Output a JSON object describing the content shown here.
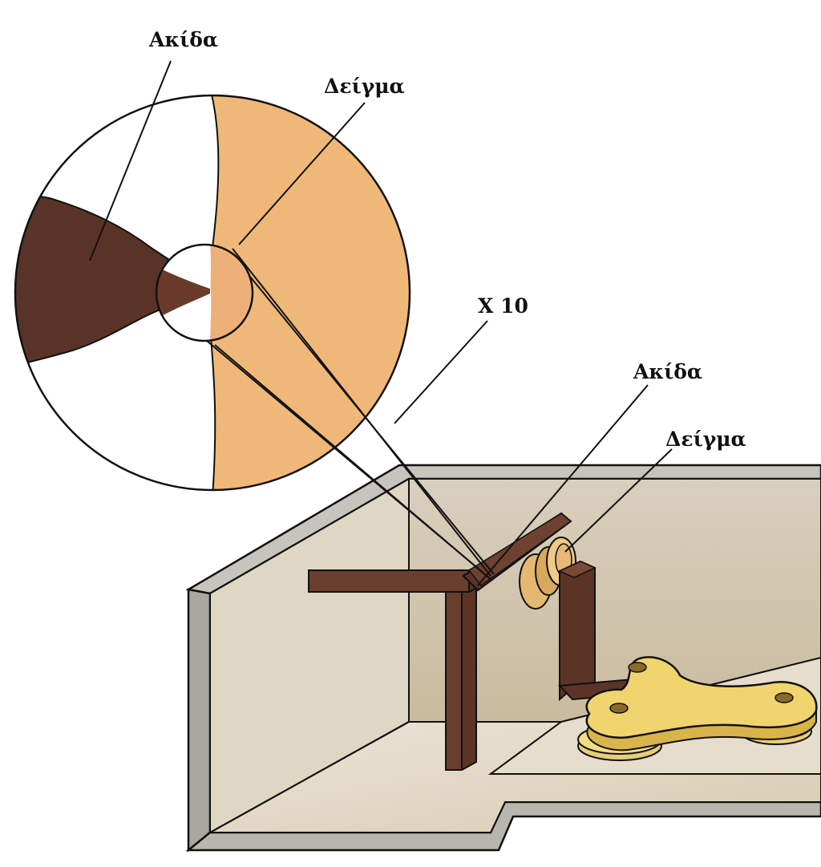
{
  "labels": {
    "tip_zoom": "Ακίδα",
    "sample_zoom": "Δείγμα",
    "magnification": "X 10",
    "tip": "Ακίδα",
    "sample": "Δείγμα"
  },
  "colors": {
    "tip": "#5a3328",
    "sample": "#f0b878",
    "stand": "#5b3426",
    "base": "#efd36a",
    "box_floor": "#e3d9c8",
    "box_wall": "#d6c9b1",
    "box_rim": "#c0beb8",
    "line": "#111111"
  }
}
